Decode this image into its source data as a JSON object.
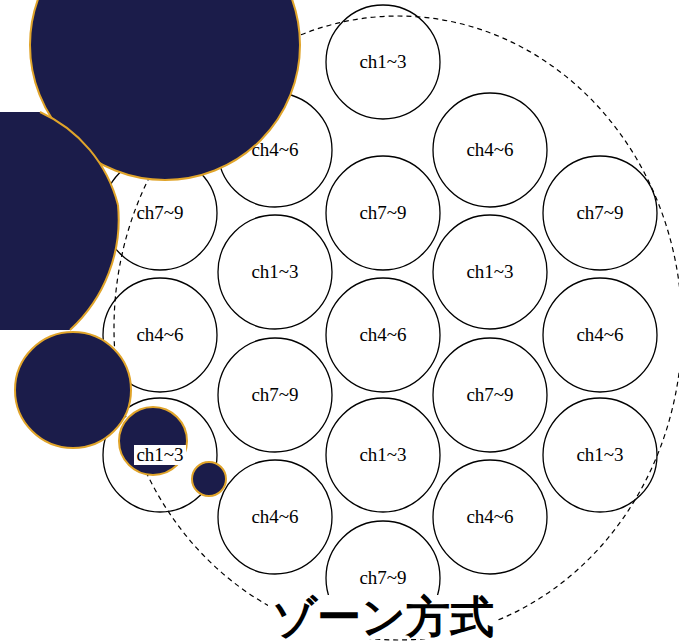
{
  "diagram": {
    "title": "ゾーン方式",
    "nodes": [
      {
        "text": [
          "ch1~3"
        ]
      },
      {
        "text": [
          "ch4~6"
        ]
      },
      {
        "text": [
          "ch4~6"
        ]
      },
      {
        "text": [
          "ch7~9"
        ]
      },
      {
        "text": [
          "ch7~9"
        ]
      },
      {
        "text": [
          "ch7~9"
        ]
      },
      {
        "text": [
          "ch1~3"
        ]
      },
      {
        "text": [
          "ch1~3"
        ]
      },
      {
        "text": [
          "ch4~6"
        ]
      },
      {
        "text": [
          "ch4~6"
        ]
      },
      {
        "text": [
          "ch4~6"
        ]
      },
      {
        "text": [
          "ch7~9"
        ]
      },
      {
        "text": [
          "ch7~9"
        ]
      },
      {
        "text": [
          "ch1~3"
        ]
      },
      {
        "text": [
          "ch1~3"
        ]
      },
      {
        "text": [
          "ch1~3"
        ]
      },
      {
        "text": [
          "ch4~6"
        ]
      },
      {
        "text": [
          "ch4~6"
        ]
      },
      {
        "text": [
          "ch7~9"
        ]
      }
    ]
  }
}
